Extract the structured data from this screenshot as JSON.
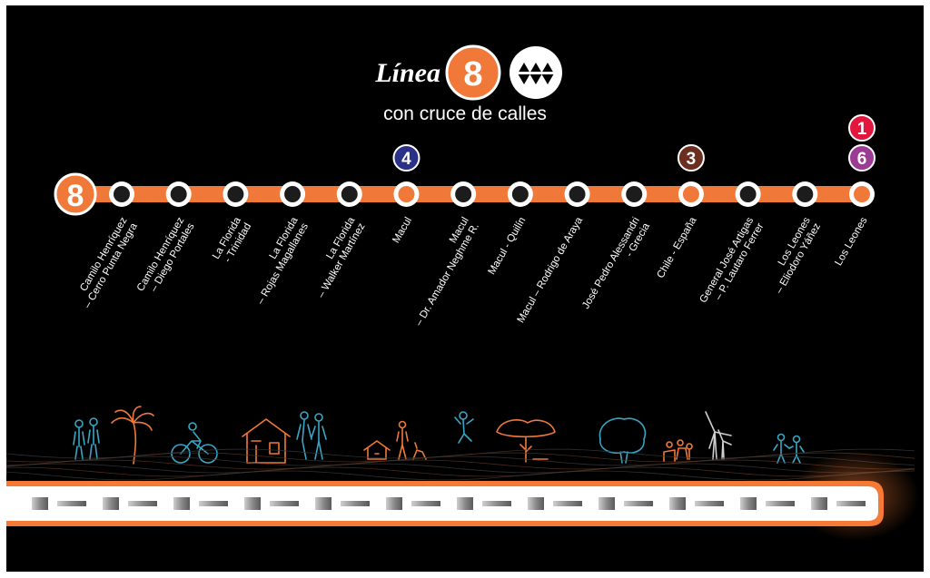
{
  "title": {
    "word": "Línea",
    "line_number": "8",
    "subtitle": "con cruce de calles"
  },
  "colors": {
    "background": "#000000",
    "line_orange": "#f0793a",
    "station_fill": "#1c1c1c",
    "line1_red": "#e1173e",
    "line6_purple": "#9b3b93",
    "line4_blue": "#2b3186",
    "line3_brown": "#6b2e1f",
    "train_orange": "#f47a35"
  },
  "stations": [
    {
      "name": [
        "Camilo Henríquez",
        "– Cerro Punta Negra"
      ],
      "transfer": false,
      "connections": []
    },
    {
      "name": [
        "Camilo Henríquez",
        "– Diego Portales"
      ],
      "transfer": false,
      "connections": []
    },
    {
      "name": [
        "La Florida",
        "- Trinidad"
      ],
      "transfer": false,
      "connections": []
    },
    {
      "name": [
        "La Florida",
        "– Rojas Magallanes"
      ],
      "transfer": false,
      "connections": []
    },
    {
      "name": [
        "La Florida",
        "– Walker Martínez"
      ],
      "transfer": false,
      "connections": []
    },
    {
      "name": [
        "Macul"
      ],
      "transfer": true,
      "connections": [
        {
          "line": "4",
          "color": "#2b3186"
        }
      ]
    },
    {
      "name": [
        "Macul",
        "– Dr. Amador Neghme R."
      ],
      "transfer": false,
      "connections": []
    },
    {
      "name": [
        "Macul - Quilín"
      ],
      "transfer": false,
      "connections": []
    },
    {
      "name": [
        "Macul – Rodrigo de Araya"
      ],
      "transfer": false,
      "connections": []
    },
    {
      "name": [
        "José Pedro Alessandri",
        "- Grecia"
      ],
      "transfer": false,
      "connections": []
    },
    {
      "name": [
        "Chile - España"
      ],
      "transfer": true,
      "connections": [
        {
          "line": "3",
          "color": "#6b2e1f"
        }
      ]
    },
    {
      "name": [
        "General José Artigas",
        "– P. Lautaro Ferrer"
      ],
      "transfer": false,
      "connections": []
    },
    {
      "name": [
        "Los Leones",
        "– Eliodoro Yáñez"
      ],
      "transfer": false,
      "connections": []
    },
    {
      "name": [
        "Los Leones"
      ],
      "transfer": true,
      "connections": [
        {
          "line": "6",
          "color": "#9b3b93"
        },
        {
          "line": "1",
          "color": "#e1173e"
        }
      ]
    }
  ],
  "illustrations": [
    "couple-figure",
    "palm-tree",
    "cyclist",
    "house",
    "family-figure",
    "small-house",
    "person-with-dog",
    "jumping-figure",
    "acacia-tree",
    "round-tree",
    "group-figures",
    "wind-turbine",
    "walking-pair"
  ]
}
